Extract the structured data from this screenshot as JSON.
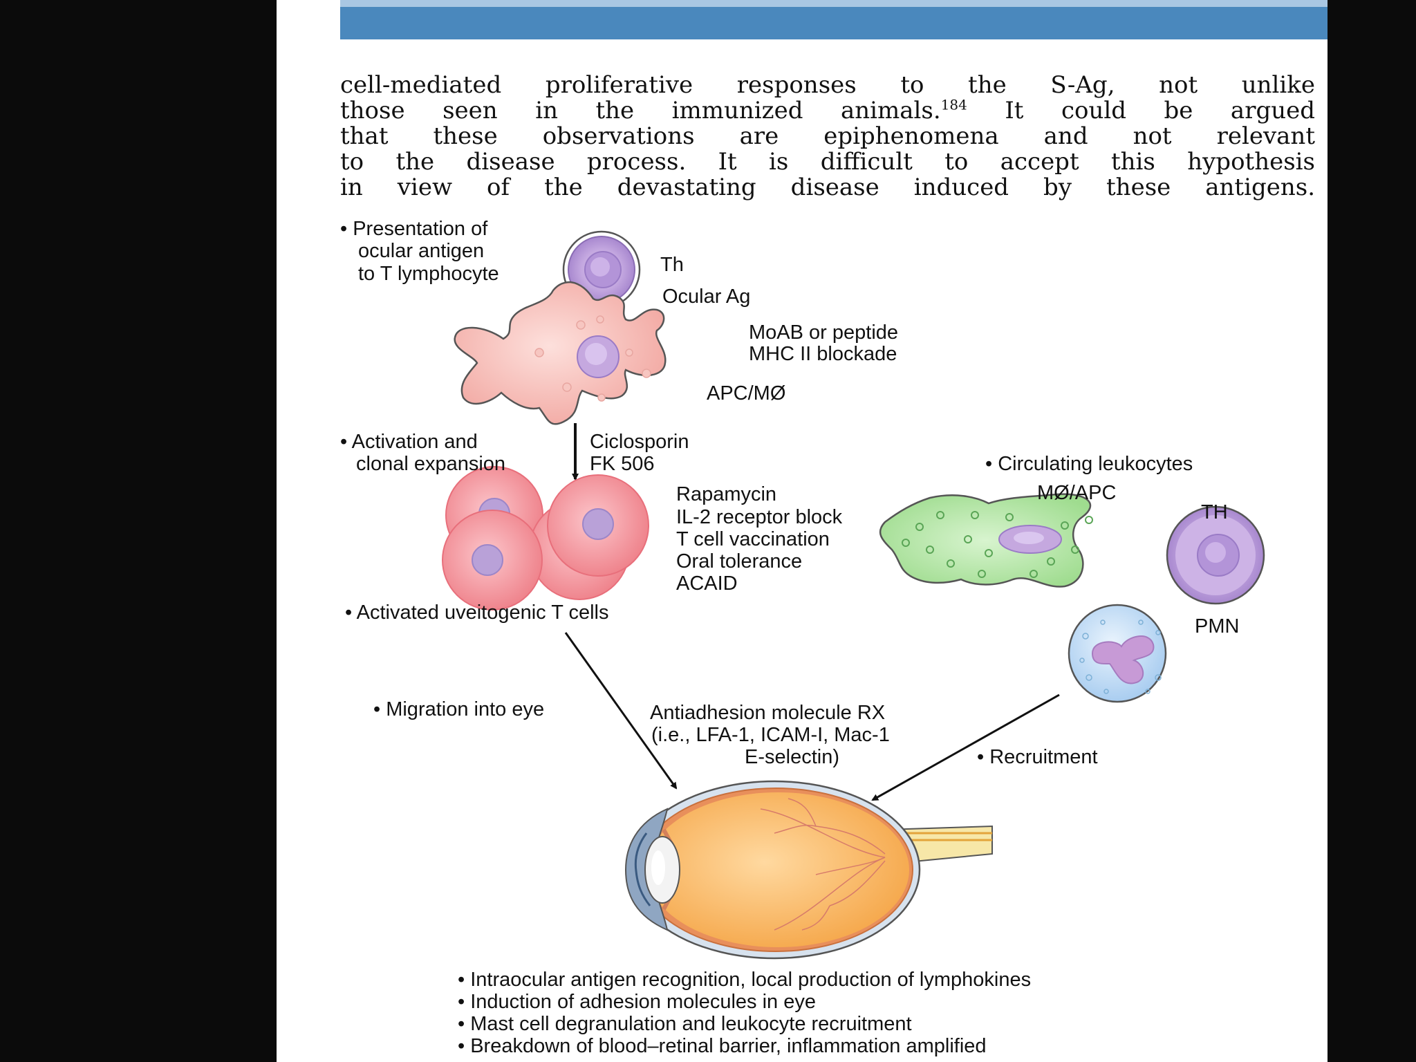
{
  "paragraph": {
    "line1": "cell-mediated proliferative responses to the S-Ag, not unlike",
    "line2a": "those seen in the immunized animals.",
    "line2_ref": "184",
    "line2b": " It could be argued",
    "line3": "that these observations are epiphenomena and not relevant",
    "line4": "to the disease process. It is difficult to accept this hypothesis",
    "line5": "in view of the devastating disease induced by these antigens."
  },
  "figure": {
    "presentation": [
      "• Presentation of",
      "ocular antigen",
      "to T lymphocyte"
    ],
    "th": "Th",
    "ocular_ag": "Ocular Ag",
    "moab": [
      "MoAB or peptide",
      "MHC II blockade"
    ],
    "apc": "APC/MØ",
    "activation": [
      "• Activation and",
      "clonal expansion"
    ],
    "ciclosporin": [
      "Ciclosporin",
      "FK 506"
    ],
    "treatments": [
      "Rapamycin",
      "IL-2 receptor block",
      "T cell vaccination",
      "Oral tolerance",
      "ACAID"
    ],
    "circulating": "• Circulating leukocytes",
    "mo_apc": "MØ/APC",
    "th_upper": "TH",
    "activated": "• Activated uveitogenic T cells",
    "pmn": "PMN",
    "migration": "• Migration into eye",
    "antiadhesion": [
      "Antiadhesion molecule RX",
      "(i.e., LFA-1, ICAM-I, Mac-1",
      "E-selectin)"
    ],
    "recruitment": "• Recruitment",
    "bottom_bullets": [
      "• Intraocular antigen recognition, local production of lymphokines",
      "• Induction of adhesion molecules in eye",
      "• Mast cell degranulation and leukocyte recruitment",
      "• Breakdown of blood–retinal barrier, inflammation amplified"
    ]
  }
}
